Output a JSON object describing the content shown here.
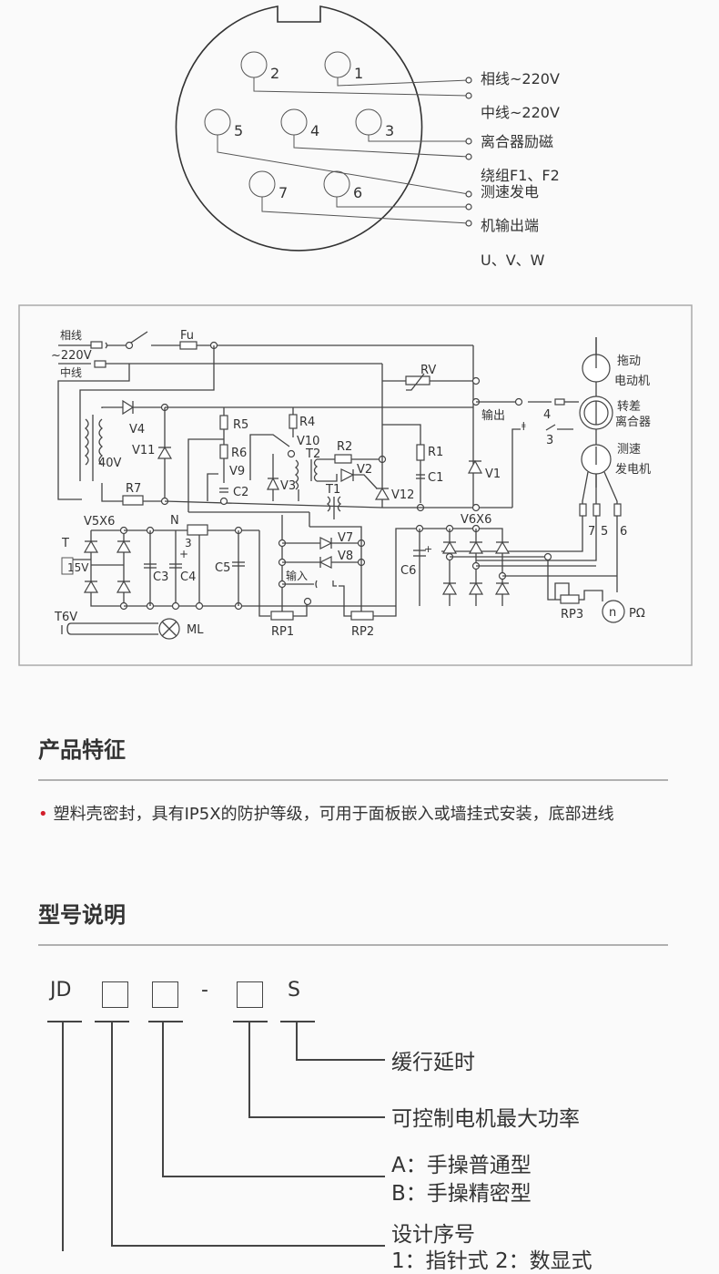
{
  "connector": {
    "pins": [
      {
        "id": "pin-1",
        "label": "1"
      },
      {
        "id": "pin-2",
        "label": "2"
      },
      {
        "id": "pin-3",
        "label": "3"
      },
      {
        "id": "pin-4",
        "label": "4"
      },
      {
        "id": "pin-5",
        "label": "5"
      },
      {
        "id": "pin-6",
        "label": "6"
      },
      {
        "id": "pin-7",
        "label": "7"
      }
    ],
    "legend": [
      "相线~220V",
      "中线~220V",
      "离合器励磁",
      "绕组F1、F2",
      "测速发电",
      "机输出端",
      "U、V、W"
    ]
  },
  "schematic": {
    "labels": {
      "phase": "相线",
      "voltage": "~220V",
      "neutral": "中线",
      "fuse": "Fu",
      "rv": "RV",
      "output": "输出",
      "input": "输入",
      "drive_motor_1": "拖动",
      "drive_motor_2": "电动机",
      "clutch_1": "转差",
      "clutch_2": "离合器",
      "tacho_1": "测速",
      "tacho_2": "发电机",
      "v4": "V4",
      "v11": "V11",
      "v40": "40V",
      "r7": "R7",
      "r5": "R5",
      "r6": "R6",
      "v9": "V9",
      "c2": "C2",
      "r4": "R4",
      "v10": "V10",
      "v3": "V3",
      "t2": "T2",
      "t1": "T1",
      "r2": "R2",
      "v2": "V2",
      "v12": "V12",
      "r1": "R1",
      "c1": "C1",
      "v1": "V1",
      "v5x6": "V5X6",
      "t": "T",
      "v15": "15V",
      "n": "N",
      "three": "3",
      "c3": "C3",
      "c4": "C4",
      "c5": "C5",
      "v7": "V7",
      "v8": "V8",
      "t6v": "T6V",
      "ml": "ML",
      "rp1": "RP1",
      "rp2": "RP2",
      "c6": "C6",
      "v6x6": "V6X6",
      "rp3": "RP3",
      "n_meter": "n",
      "pomega": "PΩ",
      "term4": "4",
      "term3": "3",
      "term7": "7",
      "term5": "5",
      "term6": "6"
    }
  },
  "features": {
    "title": "产品特征",
    "items": [
      "塑料壳密封，具有IP5X的防护等级，可用于面板嵌入或墙挂式安装，底部进线"
    ]
  },
  "model": {
    "title": "型号说明",
    "code": {
      "prefix": "JD",
      "dash": "-",
      "suffix": "S"
    },
    "descriptions": {
      "s": "缓行延时",
      "power": "可控制电机最大功率",
      "type_a": "A：手操普通型",
      "type_b": "B：手操精密型",
      "design": "设计序号",
      "design_sub": "1：指针式 2：数显式"
    }
  }
}
